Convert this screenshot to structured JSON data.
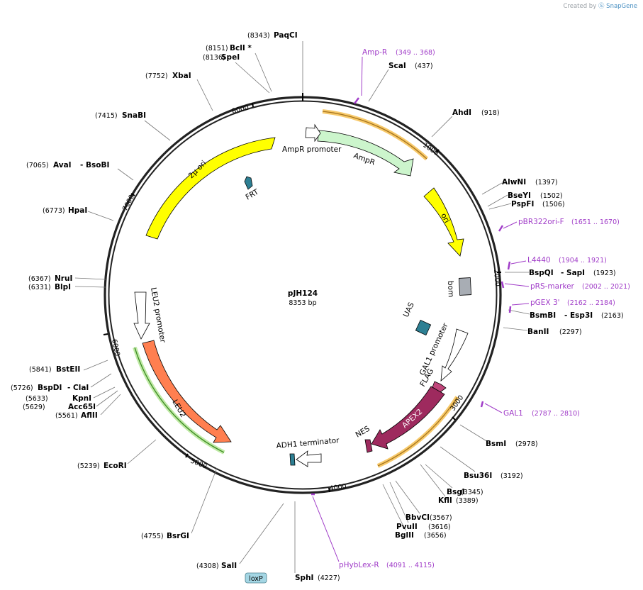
{
  "watermark": {
    "prefix": "Created by",
    "brand": "SnapGene"
  },
  "plasmid": {
    "name": "pJH124",
    "size": "8353 bp"
  },
  "ticks": [
    "1000",
    "2000",
    "3000",
    "4000",
    "5000",
    "6000",
    "7000",
    "8000"
  ],
  "enzymes": [
    {
      "name": "PaqCI",
      "pos": "(8343)"
    },
    {
      "name": "BclI *",
      "pos": "(8151)"
    },
    {
      "name": "SpeI",
      "pos": "(8136)"
    },
    {
      "name": "XbaI",
      "pos": "(7752)"
    },
    {
      "name": "SnaBI",
      "pos": "(7415)"
    },
    {
      "name": "AvaI",
      "alt": "- BsoBI",
      "pos": "(7065)"
    },
    {
      "name": "HpaI",
      "pos": "(6773)"
    },
    {
      "name": "NruI",
      "pos": "(6367)"
    },
    {
      "name": "BlpI",
      "pos": "(6331)"
    },
    {
      "name": "BstEII",
      "pos": "(5841)"
    },
    {
      "name": "BspDI",
      "alt": "- ClaI",
      "pos": "(5726)"
    },
    {
      "name": "KpnI",
      "pos": "(5633)"
    },
    {
      "name": "Acc65I",
      "pos": "(5629)"
    },
    {
      "name": "AflII",
      "pos": "(5561)"
    },
    {
      "name": "EcoRI",
      "pos": "(5239)"
    },
    {
      "name": "BsrGI",
      "pos": "(4755)"
    },
    {
      "name": "SalI",
      "pos": "(4308)"
    },
    {
      "name": "SphI",
      "pos": "(4227)"
    },
    {
      "name": "BglII",
      "pos": "(3656)"
    },
    {
      "name": "PvuII",
      "pos": "(3616)"
    },
    {
      "name": "BbvCI",
      "pos": "(3567)"
    },
    {
      "name": "KflI",
      "pos": "(3389)"
    },
    {
      "name": "BsgI",
      "pos": "(3345)"
    },
    {
      "name": "Bsu36I",
      "pos": "(3192)"
    },
    {
      "name": "BsmI",
      "pos": "(2978)"
    },
    {
      "name": "BanII",
      "pos": "(2297)"
    },
    {
      "name": "BsmBI",
      "alt": "- Esp3I",
      "pos": "(2163)"
    },
    {
      "name": "BspQI",
      "alt": "- SapI",
      "pos": "(1923)"
    },
    {
      "name": "PspFI",
      "pos": "(1506)"
    },
    {
      "name": "BseYI",
      "pos": "(1502)"
    },
    {
      "name": "AlwNI",
      "pos": "(1397)"
    },
    {
      "name": "AhdI",
      "pos": "(918)"
    },
    {
      "name": "ScaI",
      "pos": "(437)"
    }
  ],
  "primers": [
    {
      "name": "Amp-R",
      "range": "(349 .. 368)"
    },
    {
      "name": "pBR322ori-F",
      "range": "(1651 .. 1670)"
    },
    {
      "name": "L4440",
      "range": "(1904 .. 1921)"
    },
    {
      "name": "pRS-marker",
      "range": "(2002 .. 2021)"
    },
    {
      "name": "pGEX 3'",
      "range": "(2162 .. 2184)"
    },
    {
      "name": "GAL1",
      "range": "(2787 .. 2810)"
    },
    {
      "name": "pHybLex-R",
      "range": "(4091 .. 4115)"
    }
  ],
  "features": {
    "ampr_promoter": "AmpR promoter",
    "ampr": "AmpR",
    "ori": "ori",
    "bom": "bom",
    "uas": "UAS",
    "gal1_promoter": "GAL1 promoter",
    "flag": "FLAG",
    "apex2": "APEX2",
    "nes": "NES",
    "adh1_terminator": "ADH1 terminator",
    "loxp": "loxP",
    "leu2": "LEU2",
    "leu2_promoter": "LEU2 promoter",
    "two_mu_ori": "2μ ori",
    "frt": "FRT"
  },
  "colors": {
    "ampr": "#ccf5cc",
    "ori": "#ffff00",
    "apex2": "#9e2a5e",
    "leu2": "#ff7f50",
    "feature_teal": "#2d7f93",
    "bom": "#a8adb4",
    "primer": "#a03cc8",
    "highlight_orange": "#f7c96a",
    "highlight_green": "#9be07a",
    "loxp_box": "#a4d6e4"
  }
}
